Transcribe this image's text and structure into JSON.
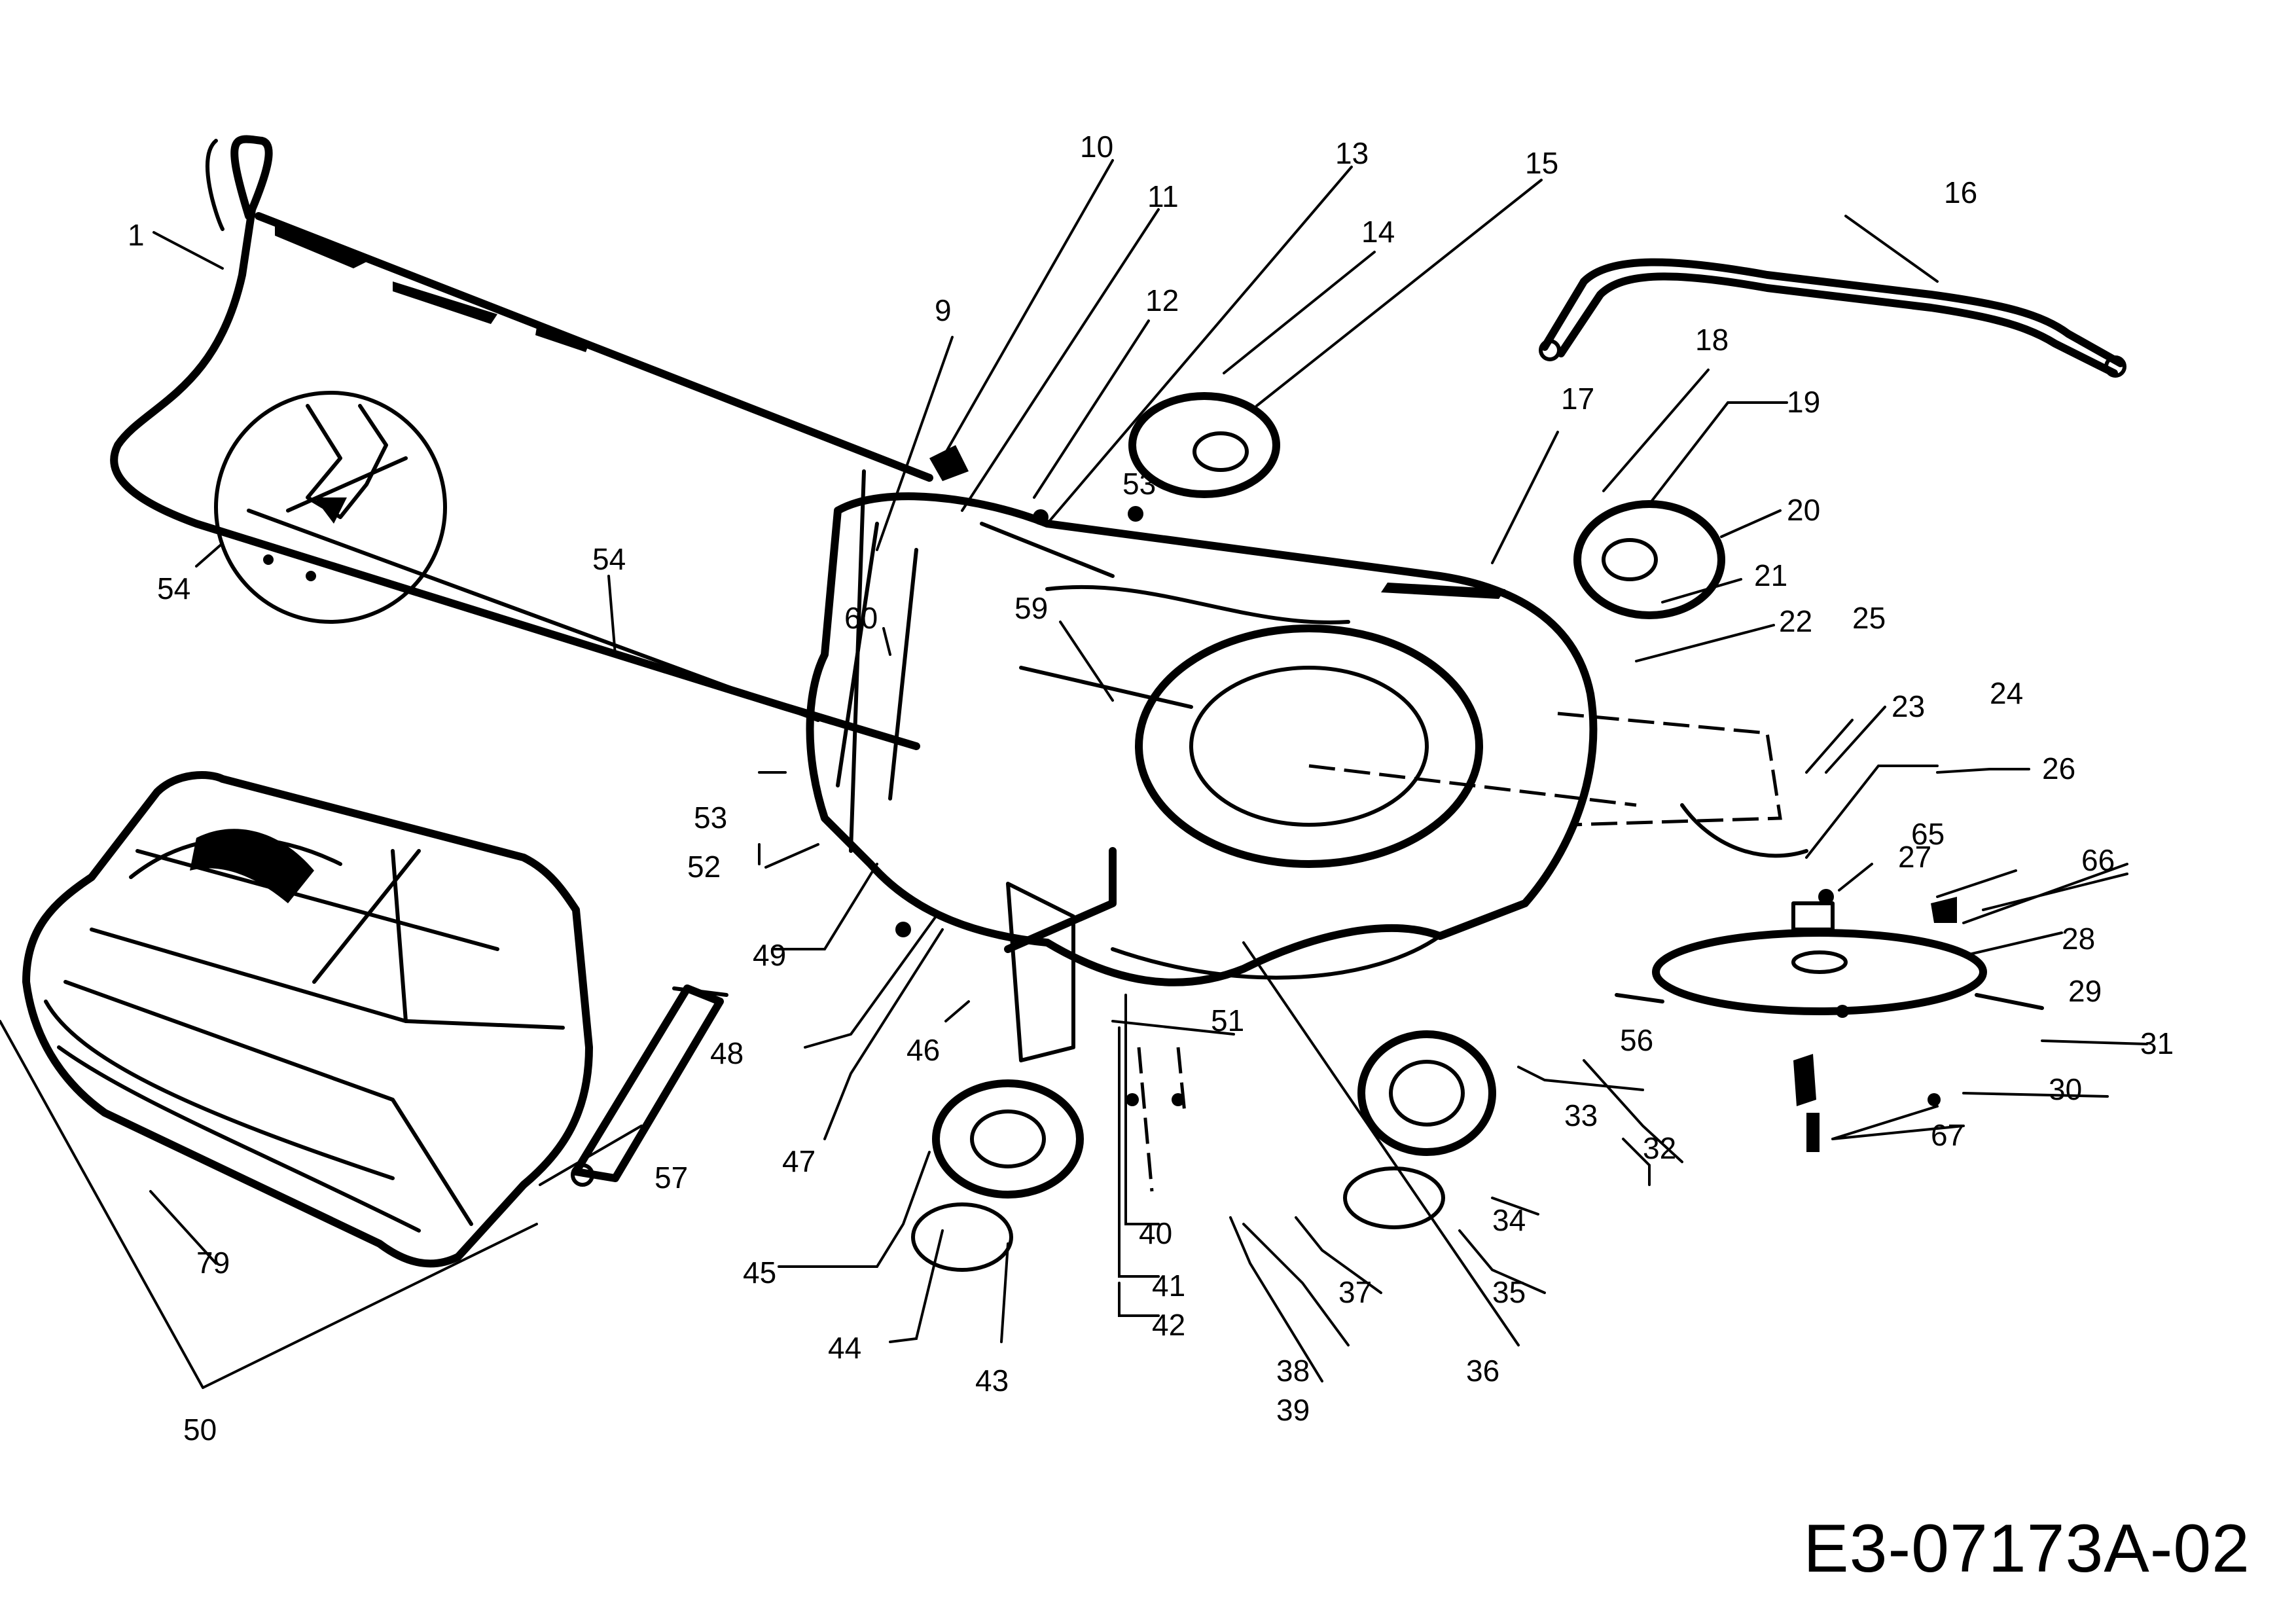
{
  "diagram": {
    "code": "E3-07173A-02",
    "labels": [
      "1",
      "9",
      "10",
      "11",
      "12",
      "13",
      "14",
      "15",
      "16",
      "17",
      "18",
      "19",
      "20",
      "21",
      "22",
      "23",
      "24",
      "25",
      "26",
      "27",
      "28",
      "29",
      "30",
      "31",
      "32",
      "33",
      "34",
      "35",
      "36",
      "37",
      "38",
      "39",
      "40",
      "41",
      "42",
      "43",
      "44",
      "45",
      "46",
      "47",
      "48",
      "49",
      "50",
      "51",
      "52",
      "53",
      "53",
      "54",
      "54",
      "56",
      "57",
      "59",
      "60",
      "65",
      "66",
      "67",
      "79"
    ],
    "parts": [
      "handle",
      "upper-handle-bar",
      "grass-catcher",
      "deck",
      "wheel",
      "blade",
      "motor",
      "side-discharge-chute"
    ]
  }
}
